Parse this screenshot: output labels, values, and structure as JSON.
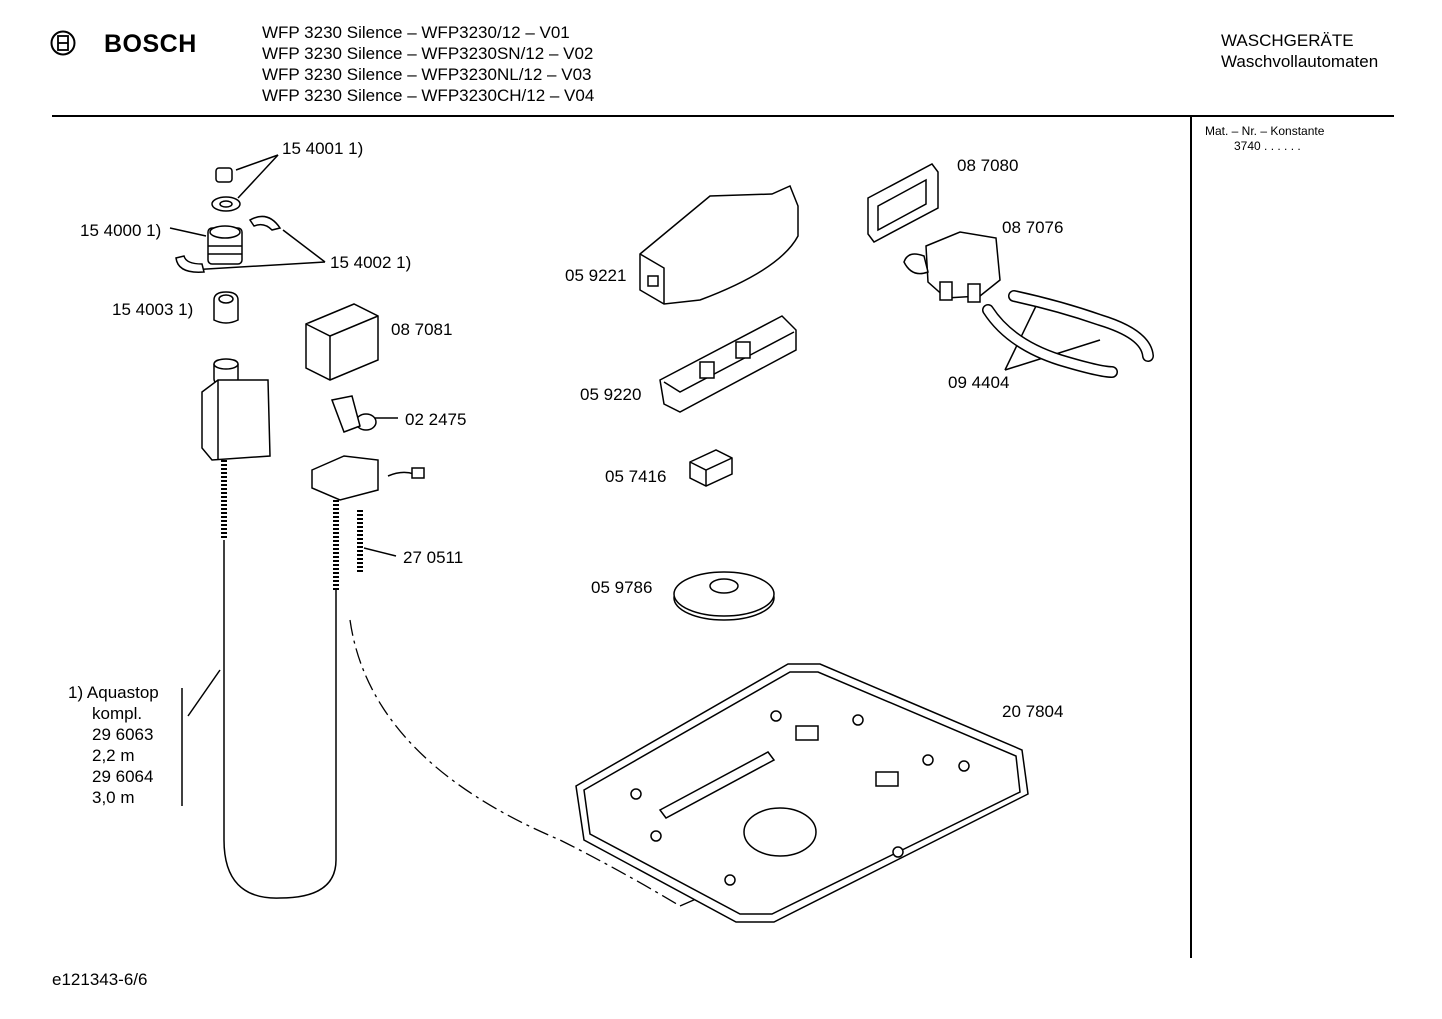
{
  "header": {
    "brand": "BOSCH",
    "models": [
      "WFP 3230 Silence – WFP3230/12 – V01",
      "WFP 3230 Silence – WFP3230SN/12 – V02",
      "WFP 3230 Silence – WFP3230NL/12 – V03",
      "WFP 3230 Silence – WFP3230CH/12 – V04"
    ],
    "category": "WASCHGERÄTE",
    "subcategory": "Waschvollautomaten"
  },
  "sidebar": {
    "label": "Mat. – Nr. – Konstante",
    "value": "3740  .  .    .  .  .  ."
  },
  "parts": {
    "p154001": "15 4001 1)",
    "p154000": "15 4000 1)",
    "p154002": "15 4002 1)",
    "p154003": "15 4003 1)",
    "p087081": "08 7081",
    "p022475": "02 2475",
    "p270511": "27 0511",
    "p059221": "05 9221",
    "p059220": "05 9220",
    "p057416": "05 7416",
    "p059786": "05 9786",
    "p207804": "20 7804",
    "p087080": "08 7080",
    "p087076": "08 7076",
    "p094404": "09 4404"
  },
  "aquastop": {
    "title": "1) Aquastop",
    "line2": "kompl.",
    "line3": "29 6063",
    "line4": "2,2 m",
    "line5": "29 6064",
    "line6": "3,0 m"
  },
  "footer": {
    "doc_id": "e121343-6/6"
  }
}
